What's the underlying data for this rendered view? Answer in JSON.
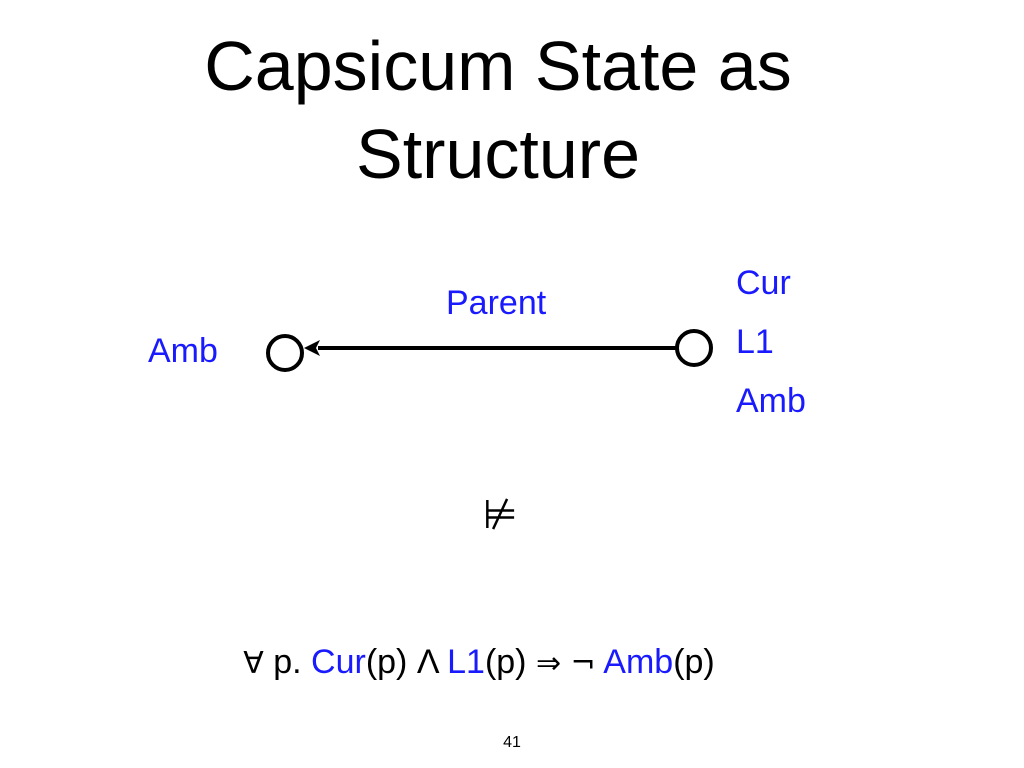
{
  "slide": {
    "title_line1": "Capsicum State as",
    "title_line2": "Structure",
    "page_number": "41"
  },
  "diagram": {
    "edge_label": "Parent",
    "left_node_label": "Amb",
    "right_node_labels": [
      "Cur",
      "L1",
      "Amb"
    ],
    "relation_symbol": "⊭"
  },
  "formula": {
    "quantifier": "∀",
    "variable": " p. ",
    "pred1": "Cur",
    "arg1": "(p) ",
    "and": "Λ",
    "space1": " ",
    "pred2": "L1",
    "arg2": "(p) ",
    "implies": "⇒",
    "space2": " ",
    "not": "¬",
    "space3": " ",
    "pred3": "Amb",
    "arg3": "(p)"
  },
  "colors": {
    "text": "#000000",
    "highlight": "#1a1aff",
    "background": "#ffffff"
  }
}
